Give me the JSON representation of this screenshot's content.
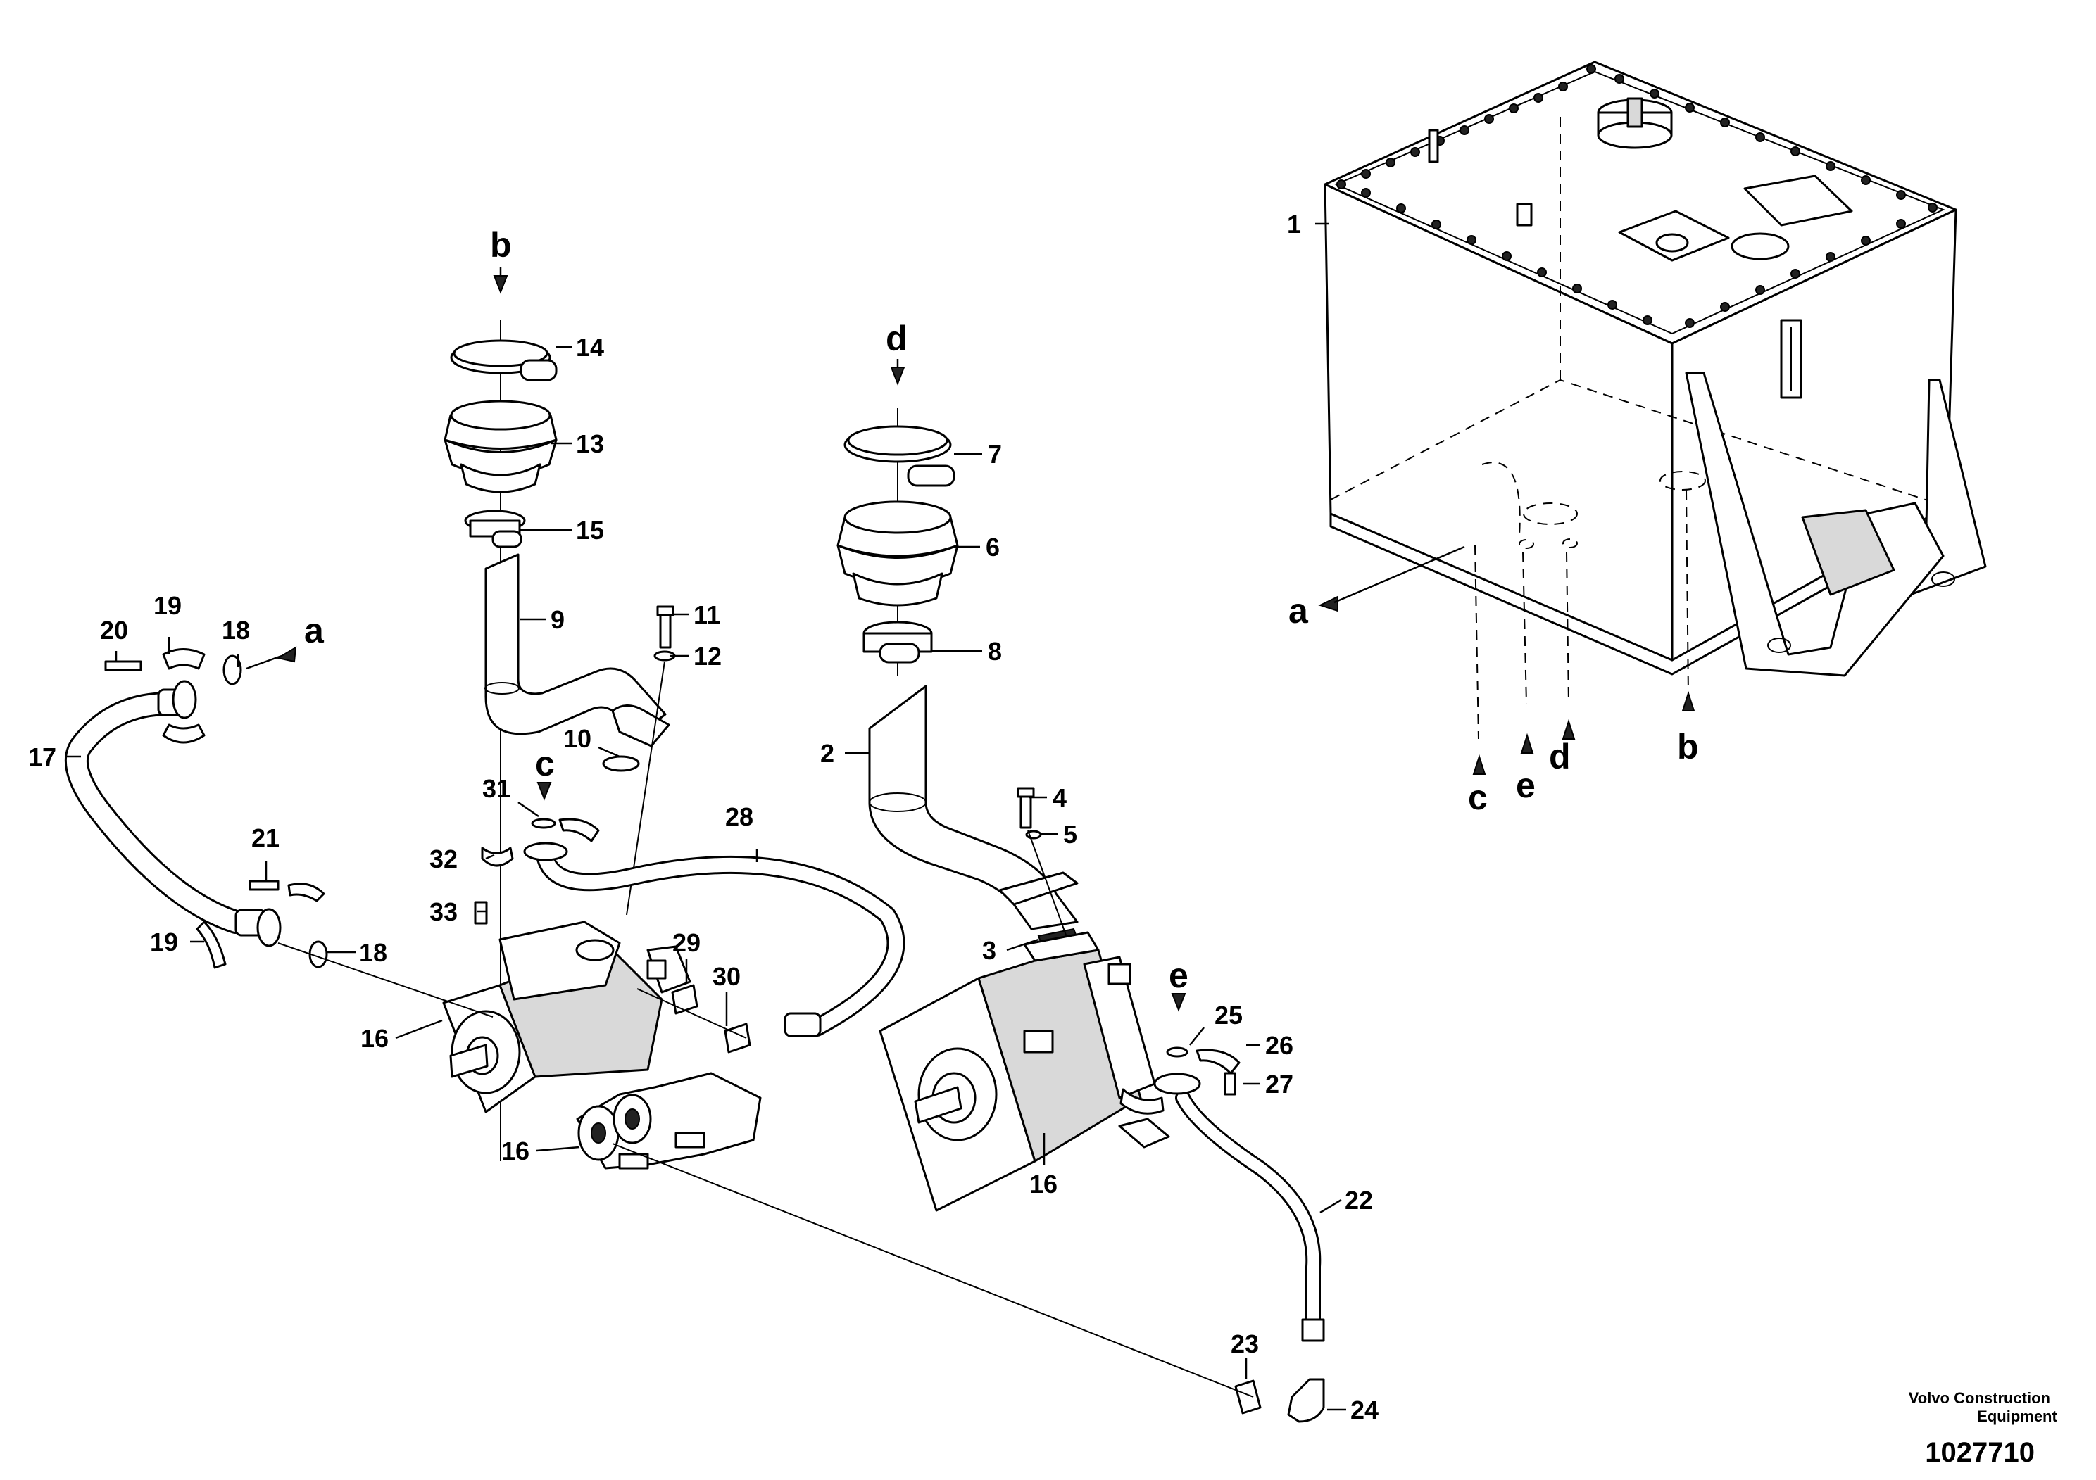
{
  "parts": [
    {
      "id": "1",
      "name": "hydraulic-tank"
    },
    {
      "id": "2",
      "name": "suction-pipe"
    },
    {
      "id": "3",
      "name": "gasket"
    },
    {
      "id": "4",
      "name": "screw"
    },
    {
      "id": "5",
      "name": "washer"
    },
    {
      "id": "6",
      "name": "rubber-bellows"
    },
    {
      "id": "7",
      "name": "hose-clamp"
    },
    {
      "id": "8",
      "name": "hose-clamp"
    },
    {
      "id": "9",
      "name": "suction-pipe"
    },
    {
      "id": "10",
      "name": "o-ring"
    },
    {
      "id": "11",
      "name": "screw"
    },
    {
      "id": "12",
      "name": "washer"
    },
    {
      "id": "13",
      "name": "rubber-bellows"
    },
    {
      "id": "14",
      "name": "hose-clamp"
    },
    {
      "id": "15",
      "name": "hose-clamp"
    },
    {
      "id": "16",
      "name": "pump"
    },
    {
      "id": "17",
      "name": "hose"
    },
    {
      "id": "18",
      "name": "o-ring"
    },
    {
      "id": "19",
      "name": "flange-half"
    },
    {
      "id": "20",
      "name": "screw"
    },
    {
      "id": "21",
      "name": "screw"
    },
    {
      "id": "22",
      "name": "hose"
    },
    {
      "id": "23",
      "name": "nipple"
    },
    {
      "id": "24",
      "name": "elbow"
    },
    {
      "id": "25",
      "name": "o-ring"
    },
    {
      "id": "26",
      "name": "flange-half"
    },
    {
      "id": "27",
      "name": "screw"
    },
    {
      "id": "28",
      "name": "hose"
    },
    {
      "id": "29",
      "name": "nipple"
    },
    {
      "id": "30",
      "name": "elbow"
    },
    {
      "id": "31",
      "name": "o-ring"
    },
    {
      "id": "32",
      "name": "flange-half"
    },
    {
      "id": "33",
      "name": "screw"
    }
  ],
  "labels": {
    "l1": "1",
    "l2": "2",
    "l3": "3",
    "l4": "4",
    "l5": "5",
    "l6": "6",
    "l7": "7",
    "l8": "8",
    "l9": "9",
    "l10": "10",
    "l11": "11",
    "l12": "12",
    "l13": "13",
    "l14": "14",
    "l15": "15",
    "l16a": "16",
    "l16b": "16",
    "l16c": "16",
    "l17": "17",
    "l18a": "18",
    "l18b": "18",
    "l19a": "19",
    "l19b": "19",
    "l20": "20",
    "l21": "21",
    "l22": "22",
    "l23": "23",
    "l24": "24",
    "l25": "25",
    "l26": "26",
    "l27": "27",
    "l28": "28",
    "l29": "29",
    "l30": "30",
    "l31": "31",
    "l32": "32",
    "l33": "33"
  },
  "ports": {
    "a_left": "a",
    "a_tank": "a",
    "b_top": "b",
    "b_tank": "b",
    "c_pump": "c",
    "c_tank": "c",
    "d_top": "d",
    "d_tank": "d",
    "e_pump": "e",
    "e_tank": "e"
  },
  "footer": {
    "brand_line1": "Volvo Construction",
    "brand_line2": "Equipment",
    "drawing_number": "1027710"
  }
}
